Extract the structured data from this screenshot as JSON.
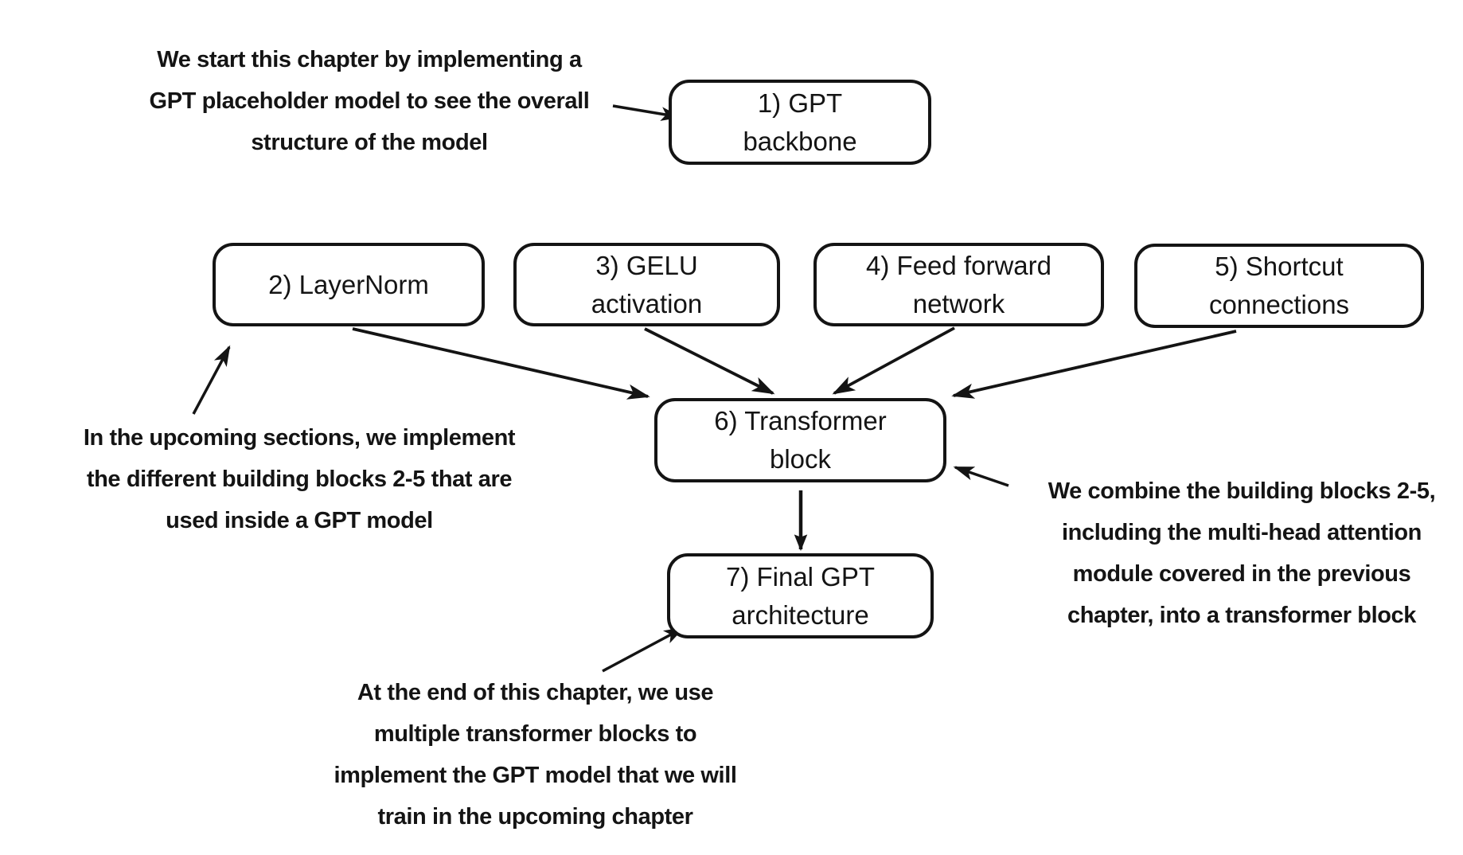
{
  "diagram": {
    "colors": {
      "background": "#ffffff",
      "line": "#141414",
      "box_border": "#141414",
      "text": "#141414"
    },
    "nodes": [
      {
        "id": "gpt-backbone",
        "lines": [
          "1) GPT",
          "backbone"
        ]
      },
      {
        "id": "layernorm",
        "lines": [
          "2) LayerNorm"
        ]
      },
      {
        "id": "gelu-activation",
        "lines": [
          "3) GELU",
          "activation"
        ]
      },
      {
        "id": "feed-forward-network",
        "lines": [
          "4) Feed forward",
          "network"
        ]
      },
      {
        "id": "shortcut-connections",
        "lines": [
          "5) Shortcut",
          "connections"
        ]
      },
      {
        "id": "transformer-block",
        "lines": [
          "6) Transformer",
          "block"
        ]
      },
      {
        "id": "final-gpt-architecture",
        "lines": [
          "7) Final GPT",
          "architecture"
        ]
      }
    ],
    "annotations": [
      {
        "id": "gpt-backbone-note",
        "lines": [
          "We start this chapter by implementing a",
          "GPT placeholder model to see the overall",
          "structure of the model"
        ]
      },
      {
        "id": "building-blocks-note",
        "lines": [
          "In the upcoming sections, we implement",
          "the different building blocks 2-5 that are",
          "used inside a GPT model"
        ]
      },
      {
        "id": "transformer-block-note",
        "lines": [
          "We combine the building blocks 2-5,",
          "including the multi-head attention",
          "module covered in the previous",
          "chapter, into a transformer block"
        ]
      },
      {
        "id": "final-architecture-note",
        "lines": [
          "At the end of this chapter, we use",
          "multiple transformer blocks to",
          "implement the GPT model that we will",
          "train in the upcoming chapter"
        ]
      }
    ]
  }
}
